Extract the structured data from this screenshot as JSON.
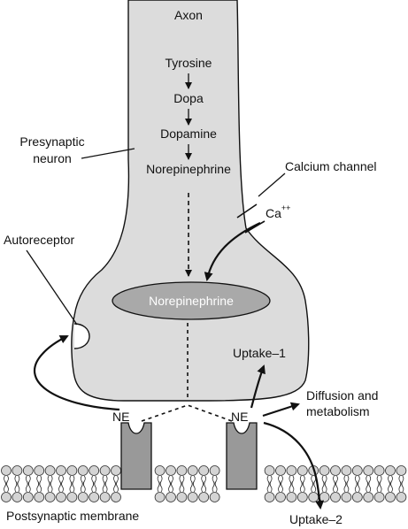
{
  "labels": {
    "axon": "Axon",
    "tyrosine": "Tyrosine",
    "dopa": "Dopa",
    "dopamine": "Dopamine",
    "norepinephrine_synth": "Norepinephrine",
    "presynaptic_line1": "Presynaptic",
    "presynaptic_line2": "neuron",
    "calcium_channel": "Calcium channel",
    "calcium_ion": "Ca",
    "calcium_charge": "++",
    "autoreceptor": "Autoreceptor",
    "vesicle": "Norepinephrine",
    "uptake1": "Uptake–1",
    "diffusion_line1": "Diffusion and",
    "diffusion_line2": "metabolism",
    "ne_left": "NE",
    "ne_right": "NE",
    "uptake2": "Uptake–2",
    "postsynaptic": "Postsynaptic membrane"
  },
  "colors": {
    "neuron_fill": "#dcdcdc",
    "vesicle_fill": "#a9a9a9",
    "receptor_fill": "#999999",
    "lipid_head": "#d4d4d4",
    "stroke": "#111111"
  }
}
